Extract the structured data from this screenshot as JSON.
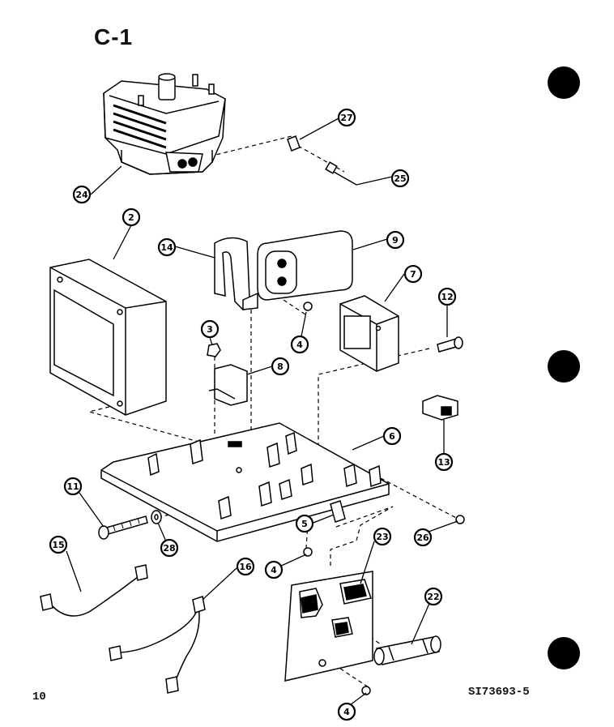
{
  "page": {
    "title": "C-1",
    "page_number": "10",
    "drawing_code": "SI73693-5"
  },
  "callouts": [
    "24",
    "27",
    "25",
    "2",
    "14",
    "9",
    "7",
    "12",
    "3",
    "4",
    "8",
    "13",
    "6",
    "11",
    "28",
    "5",
    "26",
    "15",
    "4",
    "16",
    "23",
    "22",
    "4"
  ]
}
